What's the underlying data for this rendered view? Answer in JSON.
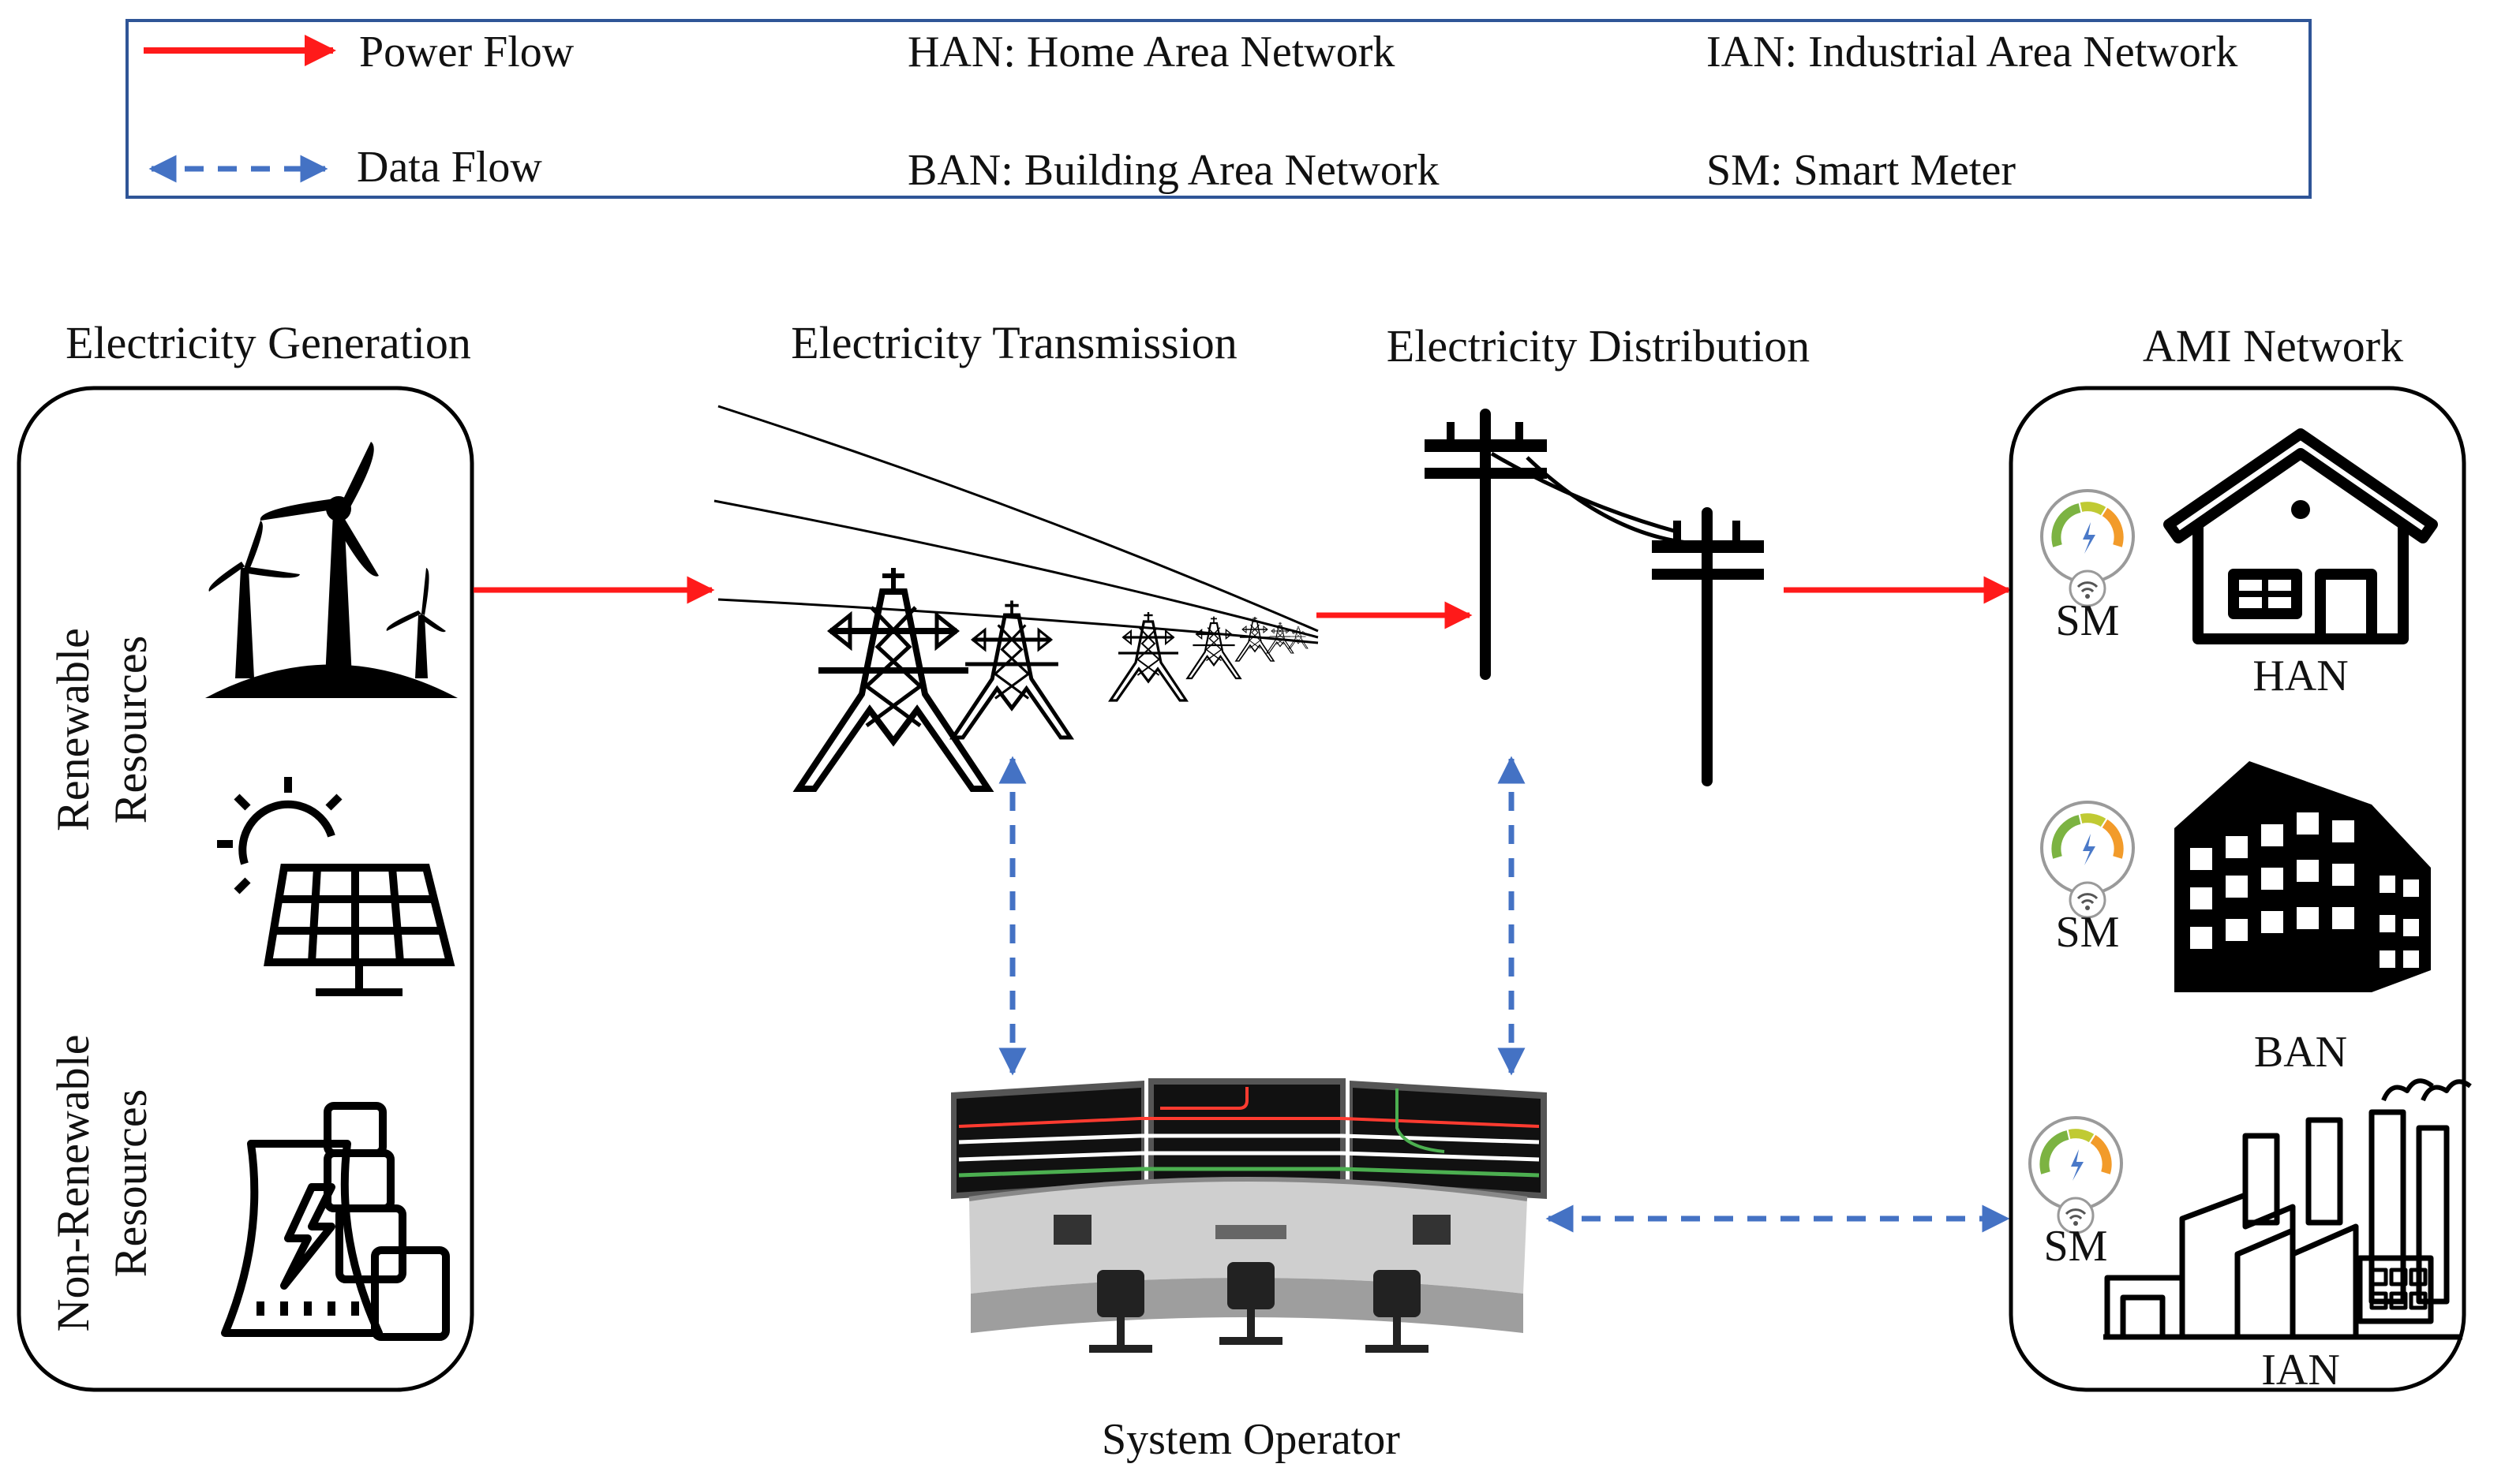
{
  "legend": {
    "power_flow": "Power Flow",
    "data_flow": "Data Flow",
    "han": "HAN: Home Area Network",
    "ban": "BAN: Building Area Network",
    "ian": "IAN: Industrial Area Network",
    "sm": "SM: Smart Meter"
  },
  "sections": {
    "generation": "Electricity Generation",
    "transmission": "Electricity Transmission",
    "distribution": "Electricity Distribution",
    "ami": "AMI Network"
  },
  "generation": {
    "renewable_line1": "Renewable",
    "renewable_line2": "Resources",
    "nonrenewable_line1": "Non-Renewable",
    "nonrenewable_line2": "Resources"
  },
  "ami": {
    "sm_label": "SM",
    "han": "HAN",
    "ban": "BAN",
    "ian": "IAN"
  },
  "operator": "System Operator",
  "colors": {
    "power_flow": "#ff1a1a",
    "data_flow": "#4472c4",
    "legend_border": "#2f5597",
    "icon": "#000000"
  },
  "icons": [
    "wind-turbine-icon",
    "solar-panel-icon",
    "power-plant-icon",
    "transmission-tower-icon",
    "utility-pole-icon",
    "smart-meter-icon",
    "house-icon",
    "building-icon",
    "factory-icon",
    "control-room-icon"
  ]
}
